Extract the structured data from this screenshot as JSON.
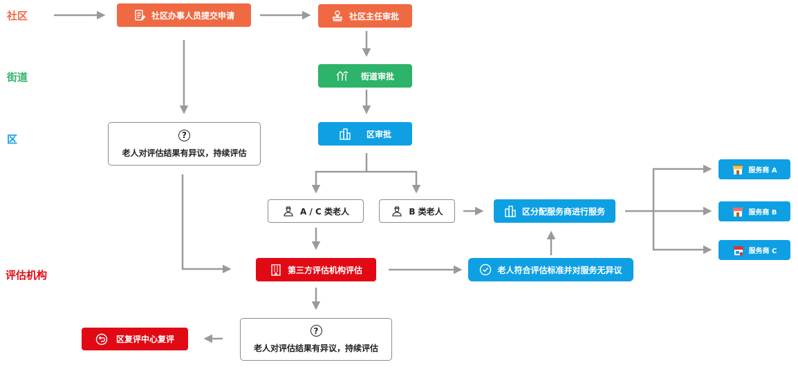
{
  "lanes": {
    "community": "社区",
    "street": "街道",
    "district": "区",
    "agency": "评估机构"
  },
  "nodes": {
    "submit": "社区办事人员提交申请",
    "director": "社区主任审批",
    "street_approval": "街道审批",
    "district_approval": "区审批",
    "objection_top": "老人对评估结果有异议，持续评估",
    "type_ac": "A / C 类老人",
    "type_b": "B 类老人",
    "assign": "区分配服务商进行服务",
    "third_party": "第三方评估机构评估",
    "no_objection": "老人符合评估标准并对服务无异议",
    "objection_bottom": "老人对评估结果有异议，持续评估",
    "review": "区复评中心复评",
    "provider_a": "服务商 A",
    "provider_b": "服务商 B",
    "provider_c": "服务商 C"
  },
  "question_mark": "?",
  "colors": {
    "community": "#ef6a43",
    "street": "#2eb36a",
    "district": "#0ea0e3",
    "agency": "#e10a14",
    "arrow": "#9a9a9a"
  }
}
